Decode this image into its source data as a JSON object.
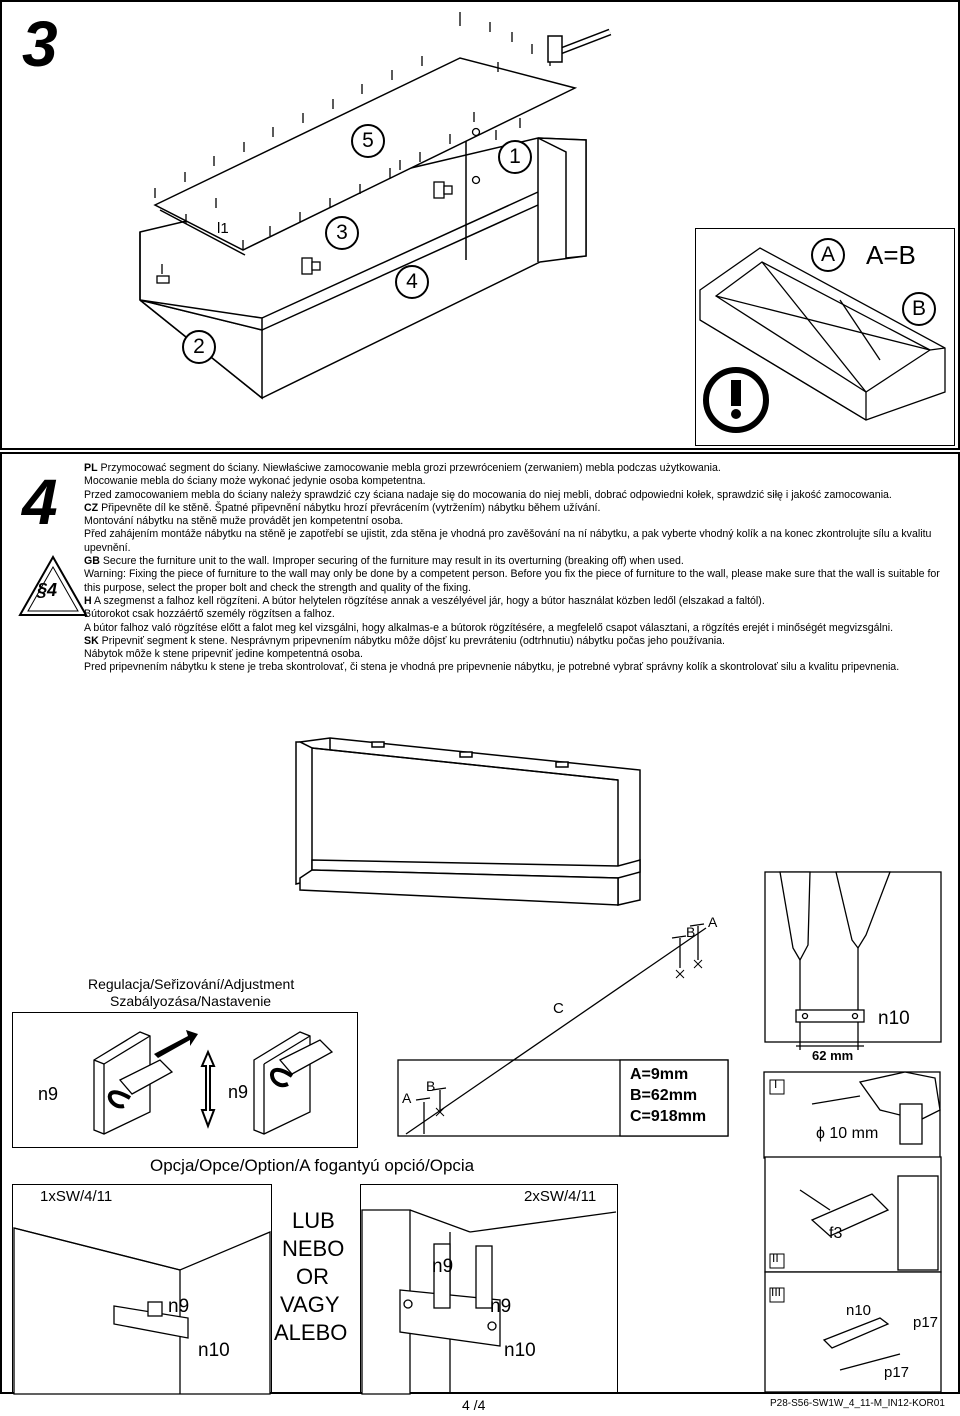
{
  "step3": {
    "number": "3",
    "callouts": [
      "5",
      "1",
      "3",
      "4",
      "2"
    ],
    "part_label": "l1",
    "inset": {
      "a": "A",
      "eq": "A=B",
      "b": "B"
    }
  },
  "step4": {
    "number": "4",
    "badge": "§4",
    "instructions": [
      {
        "code": "PL",
        "lines": [
          "Przymocować segment do ściany. Niewłaściwe zamocowanie mebla grozi przewróceniem (zerwaniem) mebla podczas użytkowania.",
          "Mocowanie mebla do ściany może wykonać jedynie osoba kompetentna.",
          "Przed zamocowaniem mebla do ściany należy sprawdzić czy ściana nadaje się do mocowania do niej mebli, dobrać odpowiedni kołek, sprawdzić siłę i jakość zamocowania."
        ]
      },
      {
        "code": "CZ",
        "lines": [
          "Připevněte díl ke stěně. Špatné připevnění nábytku hrozí převrácením (vytržením) nábytku během užívání.",
          "Montování nábytku na stěně muže provádět jen kompetentní osoba.",
          "Před zahájením montáže nábytku na stěně je zapotřebí se ujistit, zda stěna je vhodná pro zavěšování na ní nábytku, a pak vyberte vhodný kolík a na konec zkontrolujte sílu a kvalitu upevnění."
        ]
      },
      {
        "code": "GB",
        "lines": [
          "Secure the furniture unit to the wall. Improper securing of the furniture may result in its overturning (breaking off) when used.",
          "Warning: Fixing the piece of furniture to the wall may only be done by a competent person. Before you fix the piece of furniture to the wall, please make sure that the wall is suitable for this purpose, select the proper bolt and check the strength and quality of the fixing."
        ]
      },
      {
        "code": "H",
        "lines": [
          "A szegmenst a falhoz kell rögzíteni. A bútor helytelen rögzítése annak a veszélyével jár, hogy a bútor használat közben ledől (elszakad a faltól).",
          "Bútorokot csak hozzáértő személy rögzítsen a falhoz.",
          "A bútor falhoz való rögzítése előtt a falot meg kel vizsgálni, hogy alkalmas-e a bútorok rögzítésére, a megfelelő csapot választani, a rögzítés erejét i minőségét megvizsgálni."
        ]
      },
      {
        "code": "SK",
        "lines": [
          "Pripevniť segment k stene. Nesprávnym pripevnením nábytku môže dôjsť ku prevráteniu (odtrhnutiu) nábytku počas jeho používania.",
          "Nábytok môže k stene pripevniť jedine kompetentná osoba.",
          "Pred pripevnením nábytku k stene je treba skontrolovať, či stena je vhodná pre pripevnenie nábytku, je potrebné vybrať správny kolík a skontrolovať silu a kvalitu pripevnenia."
        ]
      }
    ],
    "adjustment_title_1": "Regulacja/Seřizování/Adjustment",
    "adjustment_title_2": "Szabályozása/Nastavenie",
    "n9": "n9",
    "n10": "n10",
    "dim_a": "A",
    "dim_b": "B",
    "dim_c": "C",
    "dims_text": [
      "A=9mm",
      "B=62mm",
      "C=918mm"
    ],
    "mm62": "62 mm",
    "roman_1": "I",
    "roman_2": "II",
    "roman_3": "III",
    "drill": "ϕ 10 mm",
    "f3": "f3",
    "p17": "p17",
    "option_title": "Opcja/Opce/Option/A fogantyú opció/Opcia",
    "opt_left": "1xSW/4/11",
    "opt_right": "2xSW/4/11",
    "or_words": [
      "LUB",
      "NEBO",
      "OR",
      "VAGY",
      "ALEBO"
    ]
  },
  "footer": {
    "page": "4 /4",
    "code": "P28-S56-SW1W_4_11-M_IN12-KOR01"
  }
}
